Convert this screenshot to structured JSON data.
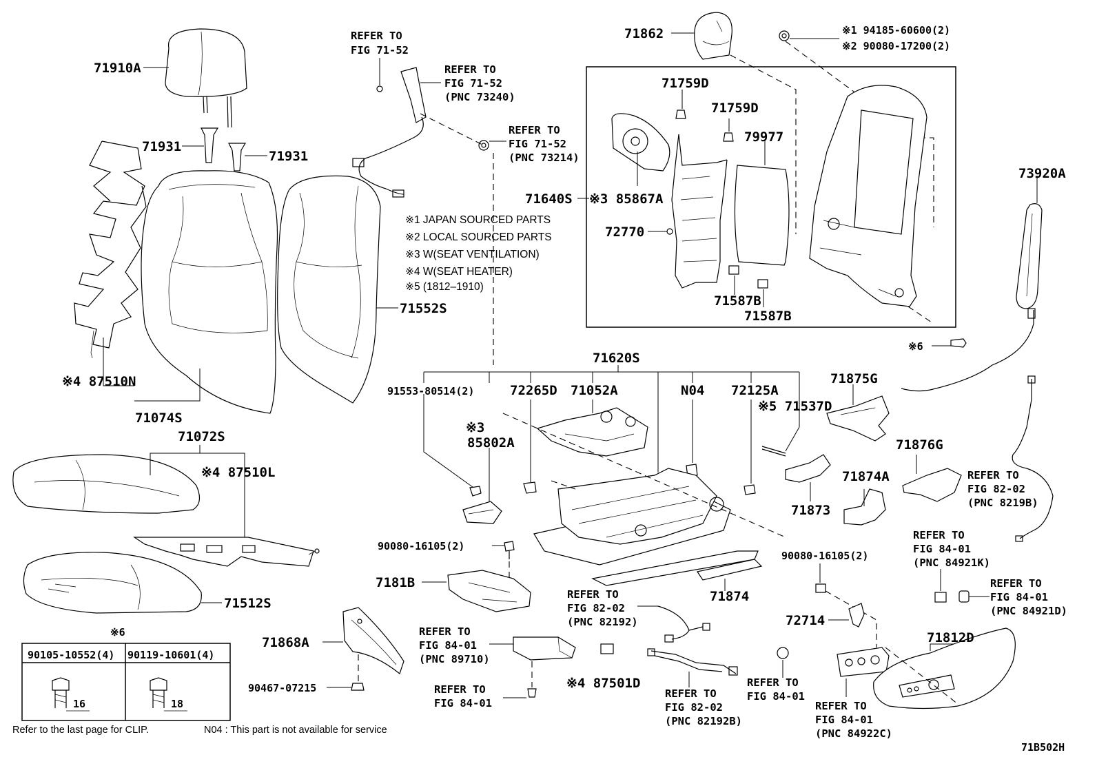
{
  "parts": {
    "p71910A": "71910A",
    "p71931a": "71931",
    "p71931b": "71931",
    "p87510N": "※4 87510N",
    "p71074S": "71074S",
    "p71552S": "71552S",
    "p71072S": "71072S",
    "p87510L": "※4 87510L",
    "p71512S": "71512S",
    "p6a": "※6",
    "p71862": "71862",
    "p94185": "※1 94185-60600(2)",
    "p90080a": "※2 90080-17200(2)",
    "p71759Da": "71759D",
    "p71759Db": "71759D",
    "p79977": "79977",
    "p71640S": "71640S",
    "p85867A": "※3 85867A",
    "p72770": "72770",
    "p71587Ba": "71587B",
    "p71587Bb": "71587B",
    "p73920A": "73920A",
    "p6b": "※6",
    "p71620S": "71620S",
    "p91553": "91553-80514(2)",
    "p72265D": "72265D",
    "p71052A": "71052A",
    "pN04": "N04",
    "p72125A": "72125A",
    "p71537D": "※5 71537D",
    "p71875G": "71875G",
    "p85802Apre": "※3",
    "p85802A": "85802A",
    "p71876G": "71876G",
    "p71874A": "71874A",
    "p71873": "71873",
    "p90080b": "90080-16105(2)",
    "p90080c": "90080-16105(2)",
    "p7181B": "7181B",
    "p71874": "71874",
    "p72714": "72714",
    "p71868A": "71868A",
    "p87501D": "※4 87501D",
    "p71812D": "71812D",
    "p90467": "90467-07215"
  },
  "refs": {
    "r1a": "REFER TO",
    "r1b": "FIG 71-52",
    "r2a": "REFER TO",
    "r2b": "FIG 71-52",
    "r2c": "(PNC 73240)",
    "r3a": "REFER TO",
    "r3b": "FIG 71-52",
    "r3c": "(PNC 73214)",
    "r4a": "REFER TO",
    "r4b": "FIG 82-02",
    "r4c": "(PNC 8219B)",
    "r5a": "REFER TO",
    "r5b": "FIG 84-01",
    "r5c": "(PNC 84921K)",
    "r6a": "REFER TO",
    "r6b": "FIG 84-01",
    "r6c": "(PNC 84921D)",
    "r7a": "REFER TO",
    "r7b": "FIG 82-02",
    "r7c": "(PNC 82192)",
    "r8a": "REFER TO",
    "r8b": "FIG 84-01",
    "r8c": "(PNC 89710)",
    "r9a": "REFER TO",
    "r9b": "FIG 84-01",
    "r10a": "REFER TO",
    "r10b": "FIG 82-02",
    "r10c": "(PNC 82192B)",
    "r11a": "REFER TO",
    "r11b": "FIG 84-01",
    "r12a": "REFER TO",
    "r12b": "FIG 84-01",
    "r12c": "(PNC 84922C)"
  },
  "legend": {
    "n1": "※1  JAPAN SOURCED PARTS",
    "n2": "※2  LOCAL SOURCED PARTS",
    "n3": "※3  W(SEAT VENTILATION)",
    "n4": "※4  W(SEAT HEATER)",
    "n5": "※5  (1812–1910)"
  },
  "table": {
    "title": "※6",
    "col1": "90105-10552(4)",
    "col2": "90119-10601(4)",
    "dim1": "16",
    "dim2": "18"
  },
  "footer": {
    "clip_note": "Refer to the last page for CLIP.",
    "n04_note": "N04 : This part is not available for service",
    "figure_code": "71B502H"
  }
}
